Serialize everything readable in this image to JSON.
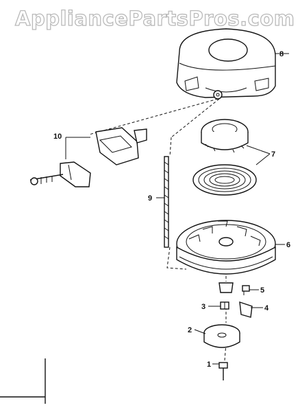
{
  "watermark": "AppliancePartsPros.com",
  "callouts": {
    "c1": "1",
    "c2": "2",
    "c3": "3",
    "c4": "4",
    "c5": "5",
    "c6": "6",
    "c7": "7",
    "c8": "8",
    "c9": "9",
    "c10": "10"
  }
}
